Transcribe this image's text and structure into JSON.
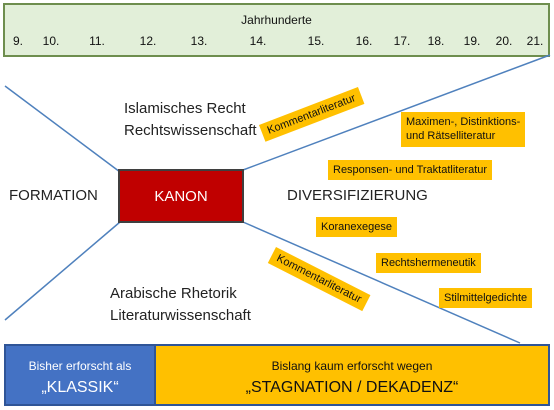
{
  "timeline": {
    "title": "Jahrhunderte",
    "centuries": [
      "9.",
      "10.",
      "11.",
      "12.",
      "13.",
      "14.",
      "15.",
      "16.",
      "17.",
      "18.",
      "19.",
      "20.",
      "21."
    ]
  },
  "left": {
    "formation": "FORMATION",
    "top_line1": "Islamisches Recht",
    "top_line2": "Rechtswissenschaft",
    "bottom_line1": "Arabische Rhetorik",
    "bottom_line2": "Literaturwissenschaft"
  },
  "center": {
    "kanon": "KANON"
  },
  "right": {
    "diversifizierung": "DIVERSIFIZIERUNG",
    "kommentar_top": "Kommentarliteratur",
    "kommentar_bottom": "Kommentarliteratur",
    "maximen_line1": "Maximen-, Distinktions-",
    "maximen_line2": "und Rätselliteratur",
    "responsen": "Responsen- und Traktatliteratur",
    "koranexegese": "Koranexegese",
    "rechtshermeneutik": "Rechtshermeneutik",
    "stilmittelgedichte": "Stilmittelgedichte"
  },
  "bottom": {
    "left_line1": "Bisher erforscht als",
    "left_line2": "„KLASSIK“",
    "right_line1": "Bislang kaum erforscht wegen",
    "right_line2": "„STAGNATION / DEKADENZ“"
  },
  "colors": {
    "timeline_fill": "#e2efd9",
    "kanon_red": "#c00000",
    "tag_yellow": "#ffc000",
    "klassik_blue": "#4472c4",
    "line_blue": "#4f81bd"
  }
}
